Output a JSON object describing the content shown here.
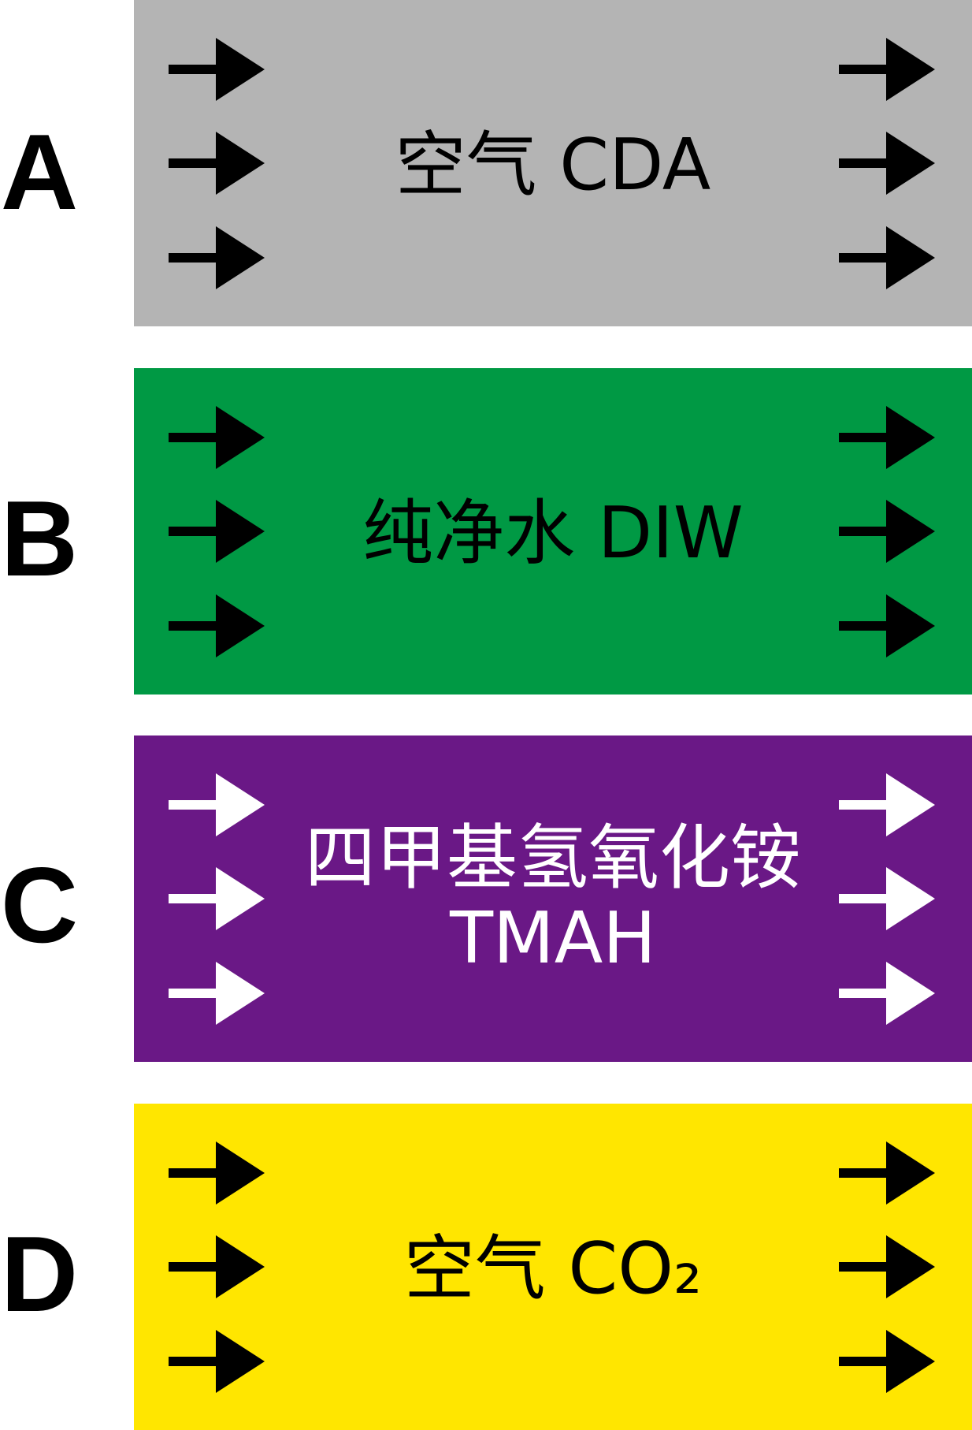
{
  "rows": [
    {
      "letter": "A",
      "text_line1": "空气 CDA",
      "text_line2": "",
      "colors": {
        "band": "#b4b4b4",
        "fg": "#000000"
      }
    },
    {
      "letter": "B",
      "text_line1": "纯净水 DIW",
      "text_line2": "",
      "colors": {
        "band": "#009944",
        "fg": "#000000"
      }
    },
    {
      "letter": "C",
      "text_line1": "四甲基氢氧化铵",
      "text_line2": "TMAH",
      "colors": {
        "band": "#6a1886",
        "fg": "#ffffff"
      }
    },
    {
      "letter": "D",
      "text_line1": "空气 CO₂",
      "text_line2": "",
      "colors": {
        "band": "#ffe600",
        "fg": "#000000"
      }
    }
  ],
  "icons": {
    "flow_arrow": "right-arrow-icon"
  }
}
